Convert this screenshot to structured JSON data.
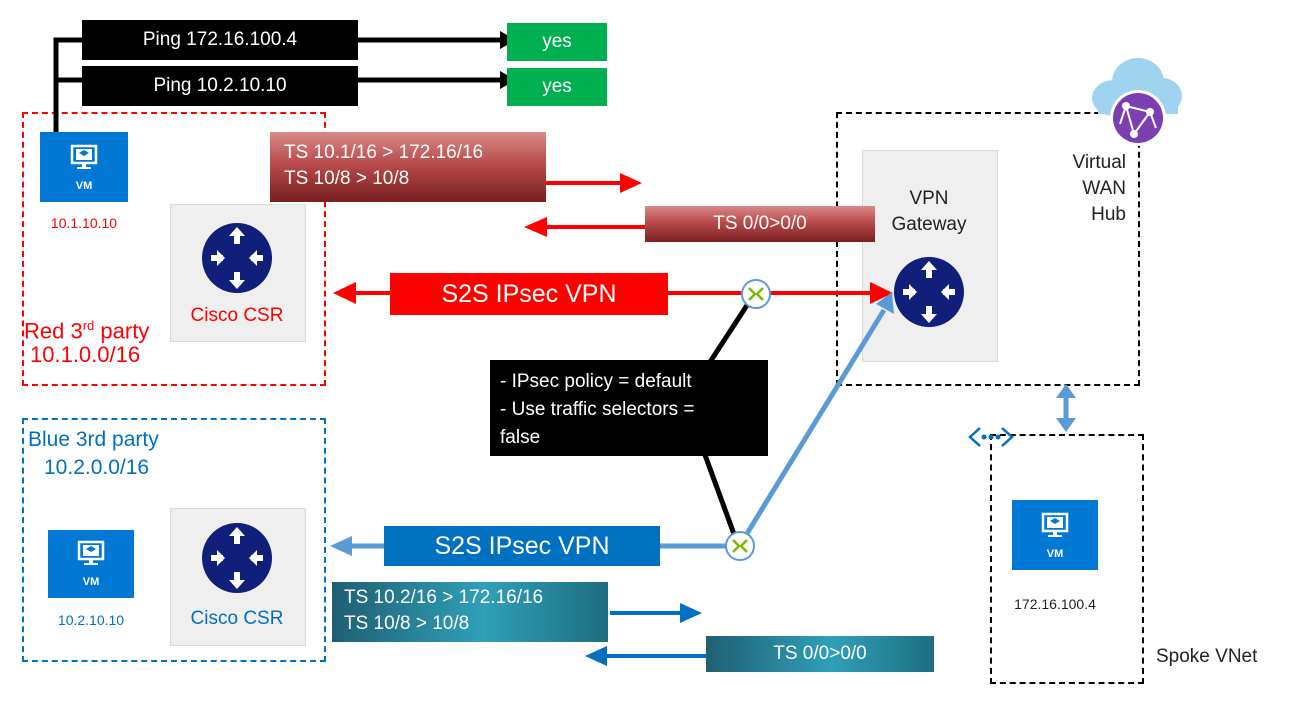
{
  "pings": [
    {
      "label": "Ping 172.16.100.4",
      "result": "yes"
    },
    {
      "label": "Ping 10.2.10.10",
      "result": "yes"
    }
  ],
  "red_site": {
    "vm_label": "VM",
    "vm_ip": "10.1.10.10",
    "router_label": "Cisco CSR",
    "name_prefix": "Red 3",
    "name_sup": "rd",
    "name_suffix": " party",
    "cidr": "10.1.0.0/16",
    "ts_out_line1": "TS 10.1/16 > 172.16/16",
    "ts_out_line2": "TS 10/8 > 10/8",
    "ts_in": "TS 0/0>0/0",
    "vpn_label": "S2S IPsec VPN"
  },
  "blue_site": {
    "name": "Blue 3rd party",
    "cidr": "10.2.0.0/16",
    "vm_label": "VM",
    "vm_ip": "10.2.10.10",
    "router_label": "Cisco CSR",
    "vpn_label": "S2S IPsec VPN",
    "ts_out_line1": "TS 10.2/16 > 172.16/16",
    "ts_out_line2": "TS 10/8 > 10/8",
    "ts_in": "TS 0/0>0/0"
  },
  "policy": {
    "line1": "- IPsec policy = default",
    "line2": "- Use traffic selectors =",
    "line3": "false"
  },
  "hub": {
    "gateway_line1": "VPN",
    "gateway_line2": "Gateway",
    "name_line1": "Virtual",
    "name_line2": "WAN",
    "name_line3": "Hub"
  },
  "spoke": {
    "vm_label": "VM",
    "vm_ip": "172.16.100.4",
    "name": "Spoke VNet"
  },
  "colors": {
    "red": "#ff0000",
    "blue": "#0070c0",
    "light_blue": "#5b9bd5",
    "green": "#00b050",
    "router": "#0f1f7a"
  }
}
